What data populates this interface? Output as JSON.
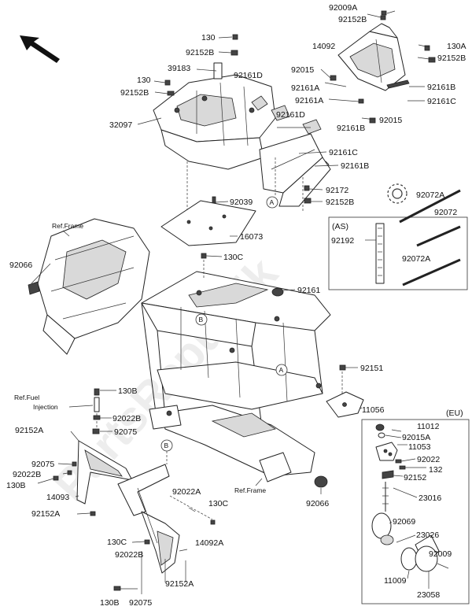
{
  "watermark": "PartsRepublik",
  "references": {
    "ref_frame_top": "Ref.Frame",
    "ref_frame_bottom": "Ref.Frame",
    "ref_fuel_line1": "Ref.Fuel",
    "ref_fuel_line2": "Injection"
  },
  "boxes": {
    "as_tag": "(AS)",
    "eu_tag": "(EU)"
  },
  "markers": {
    "a": "A",
    "b": "B"
  },
  "labels": {
    "l_92009A": "92009A",
    "l_92152B_a": "92152B",
    "l_14092": "14092",
    "l_130A": "130A",
    "l_92152B_b": "92152B",
    "l_130_a": "130",
    "l_92152B_c": "92152B",
    "l_39183": "39183",
    "l_130_b": "130",
    "l_92152B_d": "92152B",
    "l_92161D_a": "92161D",
    "l_92015_a": "92015",
    "l_92161A_a": "92161A",
    "l_92161B_a": "92161B",
    "l_92161A_b": "92161A",
    "l_92161C_a": "92161C",
    "l_32097": "32097",
    "l_92161D_b": "92161D",
    "l_92015_b": "92015",
    "l_92161B_b": "92161B",
    "l_92161C_b": "92161C",
    "l_92161B_c": "92161B",
    "l_92172": "92172",
    "l_92072A_a": "92072A",
    "l_92039": "92039",
    "l_92152B_e": "92152B",
    "l_92072": "92072",
    "l_16073": "16073",
    "l_92192": "92192",
    "l_92072A_b": "92072A",
    "l_92066_a": "92066",
    "l_130C_a": "130C",
    "l_92161": "92161",
    "l_92151": "92151",
    "l_130B_a": "130B",
    "l_11056": "11056",
    "l_92022B_a": "92022B",
    "l_92152A_a": "92152A",
    "l_92075_a": "92075",
    "l_11012": "11012",
    "l_92015A": "92015A",
    "l_11053": "11053",
    "l_92022": "92022",
    "l_92075_b": "92075",
    "l_92022B_b": "92022B",
    "l_132": "132",
    "l_130B_b": "130B",
    "l_92152": "92152",
    "l_14093": "14093",
    "l_92022A": "92022A",
    "l_23016": "23016",
    "l_130C_b": "130C",
    "l_92152A_b": "92152A",
    "l_92066_b": "92066",
    "l_92069": "92069",
    "l_23026": "23026",
    "l_92009": "92009",
    "l_130C_c": "130C",
    "l_14092A": "14092A",
    "l_92022B_c": "92022B",
    "l_11009": "11009",
    "l_92152A_c": "92152A",
    "l_23058": "23058",
    "l_130B_c": "130B",
    "l_92075_c": "92075"
  }
}
